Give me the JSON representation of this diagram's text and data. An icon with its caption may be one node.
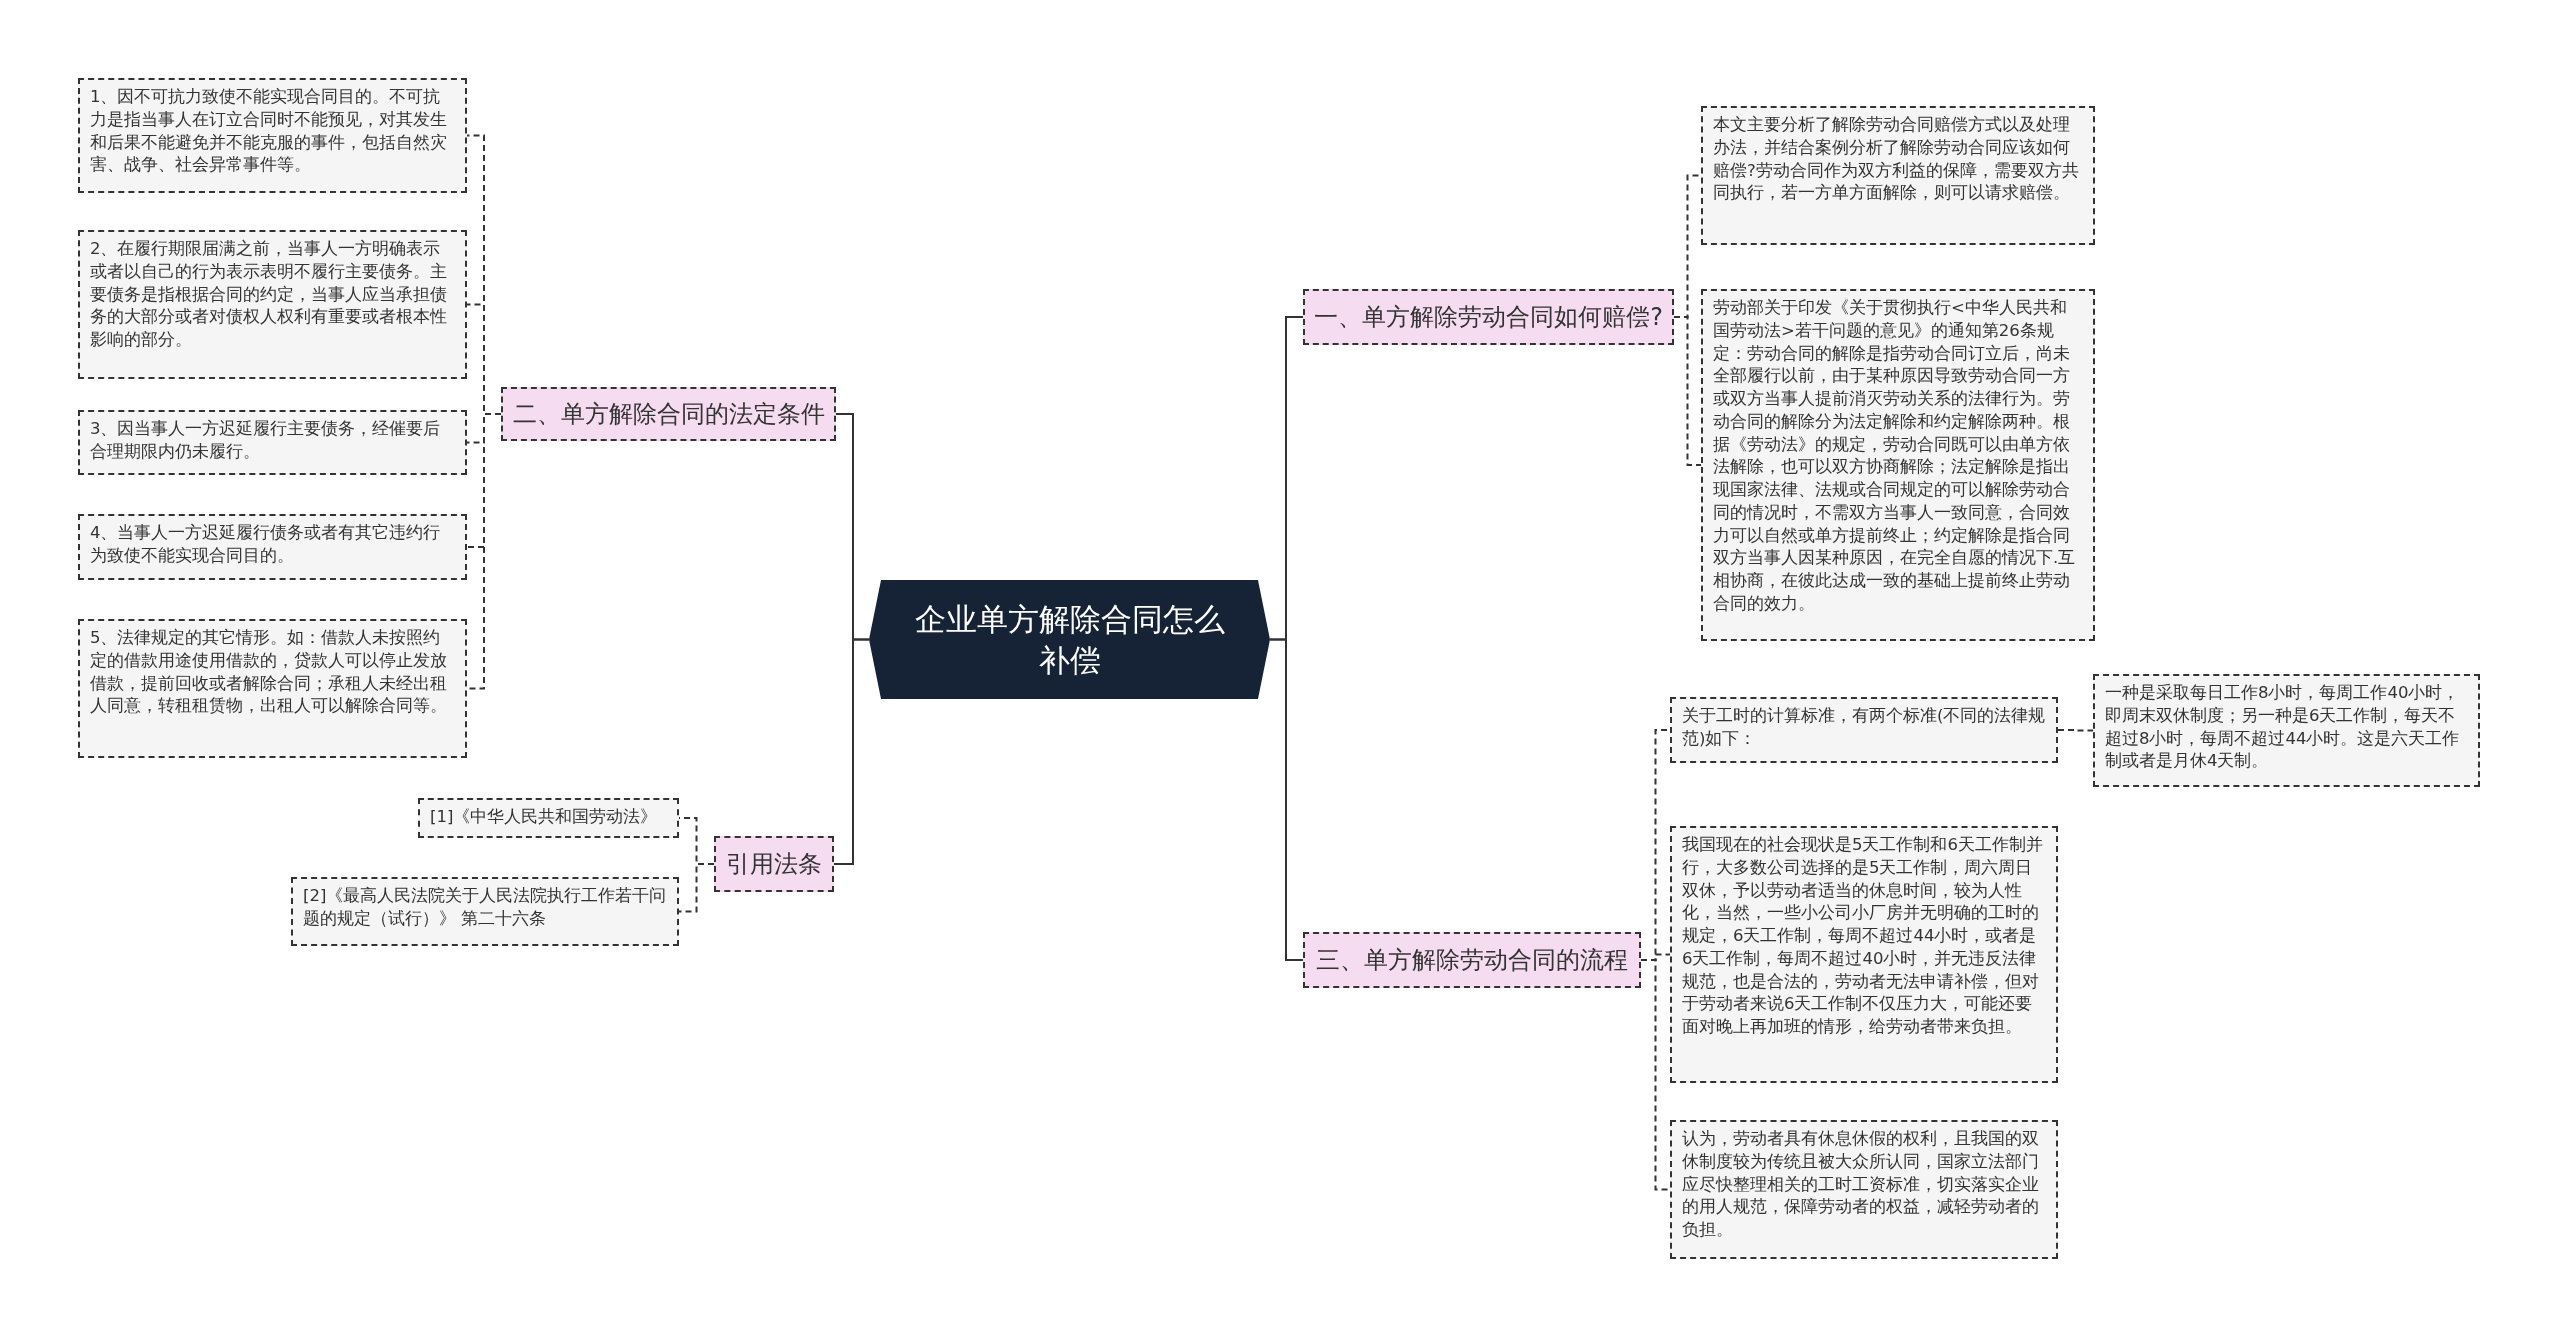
{
  "diagram": {
    "nodes": [
      {
        "text": [
          "企业单方解除合同怎么补偿"
        ]
      },
      {
        "text": [
          "一、单方解除劳动合同如何赔偿?"
        ]
      },
      {
        "text": [
          "本文主要分析了解除劳动合同赔偿方式以及处理办法，并结合案例分析了解除劳动合同应该如何赔偿?劳动合同作为双方利益的保障，需要双方共同执行，若一方单方面解除，则可以请求赔偿。"
        ]
      },
      {
        "text": [
          "劳动部关于印发《关于贯彻执行<中华人民共和国劳动法>若干问题的意见》的通知第26条规定：劳动合同的解除是指劳动合同订立后，尚未全部履行以前，由于某种原因导致劳动合同一方或双方当事人提前消灭劳动关系的法律行为。劳动合同的解除分为法定解除和约定解除两种。根据《劳动法》的规定，劳动合同既可以由单方依法解除，也可以双方协商解除；法定解除是指出现国家法律、法规或合同规定的可以解除劳动合同的情况时，不需双方当事人一致同意，合同效力可以自然或单方提前终止；约定解除是指合同双方当事人因某种原因，在完全自愿的情况下.互相协商，在彼此达成一致的基础上提前终止劳动合同的效力。"
        ]
      },
      {
        "text": [
          "二、单方解除合同的法定条件"
        ]
      },
      {
        "text": [
          "1、因不可抗力致使不能实现合同目的。不可抗力是指当事人在订立合同时不能预见，对其发生和后果不能避免并不能克服的事件，包括自然灾害、战争、社会异常事件等。"
        ]
      },
      {
        "text": [
          "2、在履行期限届满之前，当事人一方明确表示或者以自己的行为表示表明不履行主要债务。主要债务是指根据合同的约定，当事人应当承担债务的大部分或者对债权人权利有重要或者根本性影响的部分。"
        ]
      },
      {
        "text": [
          "3、因当事人一方迟延履行主要债务，经催要后合理期限内仍未履行。"
        ]
      },
      {
        "text": [
          "4、当事人一方迟延履行债务或者有其它违约行为致使不能实现合同目的。"
        ]
      },
      {
        "text": [
          "5、法律规定的其它情形。如：借款人未按照约定的借款用途使用借款的，贷款人可以停止发放借款，提前回收或者解除合同；承租人未经出租人同意，转租租赁物，出租人可以解除合同等。"
        ]
      },
      {
        "text": [
          "引用法条"
        ]
      },
      {
        "text": [
          "[1]《中华人民共和国劳动法》"
        ]
      },
      {
        "text": [
          "[2]《最高人民法院关于人民法院执行工作若干问题的规定（试行）》 第二十六条"
        ]
      },
      {
        "text": [
          "三、单方解除劳动合同的流程"
        ]
      },
      {
        "text": [
          "关于工时的计算标准，有两个标准(不同的法律规范)如下："
        ]
      },
      {
        "text": [
          "一种是采取每日工作8小时，每周工作40小时，即周末双休制度；另一种是6天工作制，每天不超过8小时，每周不超过44小时。这是六天工作制或者是月休4天制。"
        ]
      },
      {
        "text": [
          "我国现在的社会现状是5天工作制和6天工作制并行，大多数公司选择的是5天工作制，周六周日双休，予以劳动者适当的休息时间，较为人性化，当然，一些小公司小厂房并无明确的工时的规定，6天工作制，每周不超过44小时，或者是6天工作制，每周不超过40小时，并无违反法律规范，也是合法的，劳动者无法申请补偿，但对于劳动者来说6天工作制不仅压力大，可能还要面对晚上再加班的情形，给劳动者带来负担。"
        ]
      },
      {
        "text": [
          "认为，劳动者具有休息休假的权利，且我国的双休制度较为传统且被大众所认同，国家立法部门应尽快整理相关的工时工资标准，切实落实企业的用人规范，保障劳动者的权益，减轻劳动者的负担。"
        ]
      }
    ],
    "edges": [
      {
        "from": 0,
        "to": 1,
        "arrow": "none"
      },
      {
        "from": 1,
        "to": 2,
        "arrow": "none",
        "style": "dashed"
      },
      {
        "from": 1,
        "to": 3,
        "arrow": "none",
        "style": "dashed"
      },
      {
        "from": 0,
        "to": 4,
        "arrow": "none"
      },
      {
        "from": 4,
        "to": 5,
        "arrow": "none",
        "style": "dashed"
      },
      {
        "from": 4,
        "to": 6,
        "arrow": "none",
        "style": "dashed"
      },
      {
        "from": 4,
        "to": 7,
        "arrow": "none",
        "style": "dashed"
      },
      {
        "from": 4,
        "to": 8,
        "arrow": "none",
        "style": "dashed"
      },
      {
        "from": 4,
        "to": 9,
        "arrow": "none",
        "style": "dashed"
      },
      {
        "from": 0,
        "to": 10,
        "arrow": "none"
      },
      {
        "from": 10,
        "to": 11,
        "arrow": "none",
        "style": "dashed"
      },
      {
        "from": 10,
        "to": 12,
        "arrow": "none",
        "style": "dashed"
      },
      {
        "from": 0,
        "to": 13,
        "arrow": "none"
      },
      {
        "from": 13,
        "to": 14,
        "arrow": "none",
        "style": "dashed"
      },
      {
        "from": 14,
        "to": 15,
        "arrow": "none",
        "style": "dashed"
      },
      {
        "from": 13,
        "to": 16,
        "arrow": "none",
        "style": "dashed"
      },
      {
        "from": 13,
        "to": 17,
        "arrow": "none",
        "style": "dashed"
      }
    ]
  }
}
